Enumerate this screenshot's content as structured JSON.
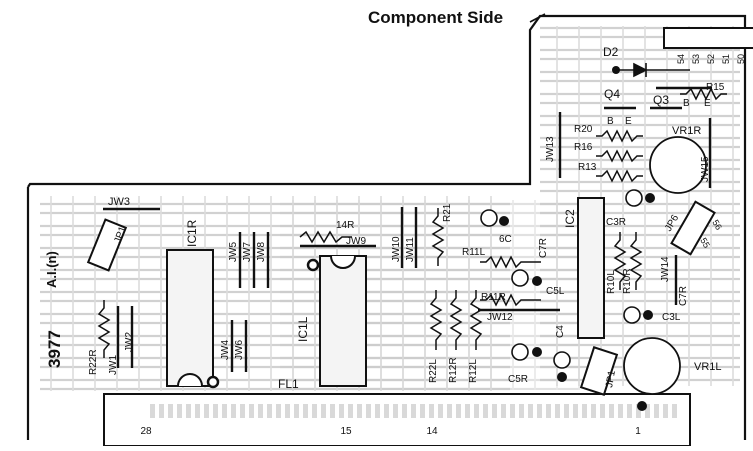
{
  "title": "Component Side",
  "board_number": "3977",
  "board_label": "A.I.(n)",
  "connector_label": "FL1",
  "pin_labels": [
    "28",
    "15",
    "14",
    "1"
  ],
  "pin_numbers_top": [
    "54",
    "53",
    "52",
    "51",
    "50"
  ],
  "pin_numbers_right": [
    "56",
    "55"
  ],
  "components": [
    {
      "id": "d2",
      "label": "D2"
    },
    {
      "id": "q4",
      "label": "Q4"
    },
    {
      "id": "q4-b",
      "label": "B"
    },
    {
      "id": "q4-e",
      "label": "E"
    },
    {
      "id": "q3",
      "label": "Q3"
    },
    {
      "id": "q3-b",
      "label": "B"
    },
    {
      "id": "q3-e",
      "label": "E"
    },
    {
      "id": "r15",
      "label": "R15"
    },
    {
      "id": "r20",
      "label": "R20"
    },
    {
      "id": "r16",
      "label": "R16"
    },
    {
      "id": "r13",
      "label": "R13"
    },
    {
      "id": "vr1r",
      "label": "VR1R"
    },
    {
      "id": "jw13",
      "label": "JW13"
    },
    {
      "id": "jw15",
      "label": "JW15"
    },
    {
      "id": "ic2",
      "label": "IC2"
    },
    {
      "id": "c3r",
      "label": "C3R"
    },
    {
      "id": "jp6",
      "label": "JP6"
    },
    {
      "id": "jw3",
      "label": "JW3"
    },
    {
      "id": "jp1-left",
      "label": "JP1"
    },
    {
      "id": "ic1r",
      "label": "IC1R"
    },
    {
      "id": "jw5",
      "label": "JW5"
    },
    {
      "id": "jw7",
      "label": "JW7"
    },
    {
      "id": "jw8",
      "label": "JW8"
    },
    {
      "id": "r14r",
      "label": "14R"
    },
    {
      "id": "jw9",
      "label": "JW9"
    },
    {
      "id": "jw10",
      "label": "JW10"
    },
    {
      "id": "jw11",
      "label": "JW11"
    },
    {
      "id": "r21",
      "label": "R21"
    },
    {
      "id": "c6",
      "label": "6C"
    },
    {
      "id": "r11l",
      "label": "R11L"
    },
    {
      "id": "c7r",
      "label": "C7R"
    },
    {
      "id": "c5l",
      "label": "C5L"
    },
    {
      "id": "r11r",
      "label": "R11R"
    },
    {
      "id": "jw12",
      "label": "JW12"
    },
    {
      "id": "r10l",
      "label": "R10L"
    },
    {
      "id": "r10r",
      "label": "R10R"
    },
    {
      "id": "jw14",
      "label": "JW14"
    },
    {
      "id": "c7r-2",
      "label": "C7R"
    },
    {
      "id": "c3l",
      "label": "C3L"
    },
    {
      "id": "c4",
      "label": "C4"
    },
    {
      "id": "c5r",
      "label": "C5R"
    },
    {
      "id": "jp1-right",
      "label": "JP1"
    },
    {
      "id": "vr1l",
      "label": "VR1L"
    },
    {
      "id": "r22r",
      "label": "R22R"
    },
    {
      "id": "jw1",
      "label": "JW1"
    },
    {
      "id": "jw2",
      "label": "JW2"
    },
    {
      "id": "jw4",
      "label": "JW4"
    },
    {
      "id": "jw6",
      "label": "JW6"
    },
    {
      "id": "ic1l",
      "label": "IC1L"
    },
    {
      "id": "r22l",
      "label": "R22L"
    },
    {
      "id": "r12r",
      "label": "R12R"
    },
    {
      "id": "r12l",
      "label": "R12L"
    }
  ]
}
